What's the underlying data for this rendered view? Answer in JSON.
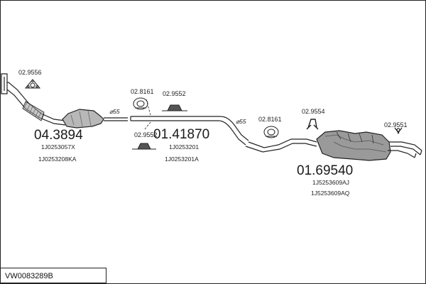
{
  "diagram_ref": "VW0083289B",
  "parts": {
    "catalytic_converter": {
      "number": "04.3894",
      "oem1": "1J0253057X",
      "oem2": "1J0253208KA"
    },
    "middle_pipe": {
      "number": "01.41870",
      "oem1": "1J0253201",
      "oem2": "1J0253201A"
    },
    "rear_silencer": {
      "number": "01.69540",
      "oem1": "1J5253609AJ",
      "oem2": "1J5253609AQ"
    }
  },
  "accessories": {
    "gasket_front": "02.9556",
    "clamp_1": "02.8161",
    "hanger_1": "02.9552",
    "hanger_2": "02.9552",
    "clamp_2": "02.8161",
    "hanger_3": "02.9554",
    "hanger_4": "02.9551"
  },
  "diameters": {
    "d1": "⌀55",
    "d2": "⌀55"
  },
  "colors": {
    "line": "#222222",
    "fill_dark": "#444444",
    "fill_mid": "#888888",
    "fill_light": "#d8d8d8"
  }
}
